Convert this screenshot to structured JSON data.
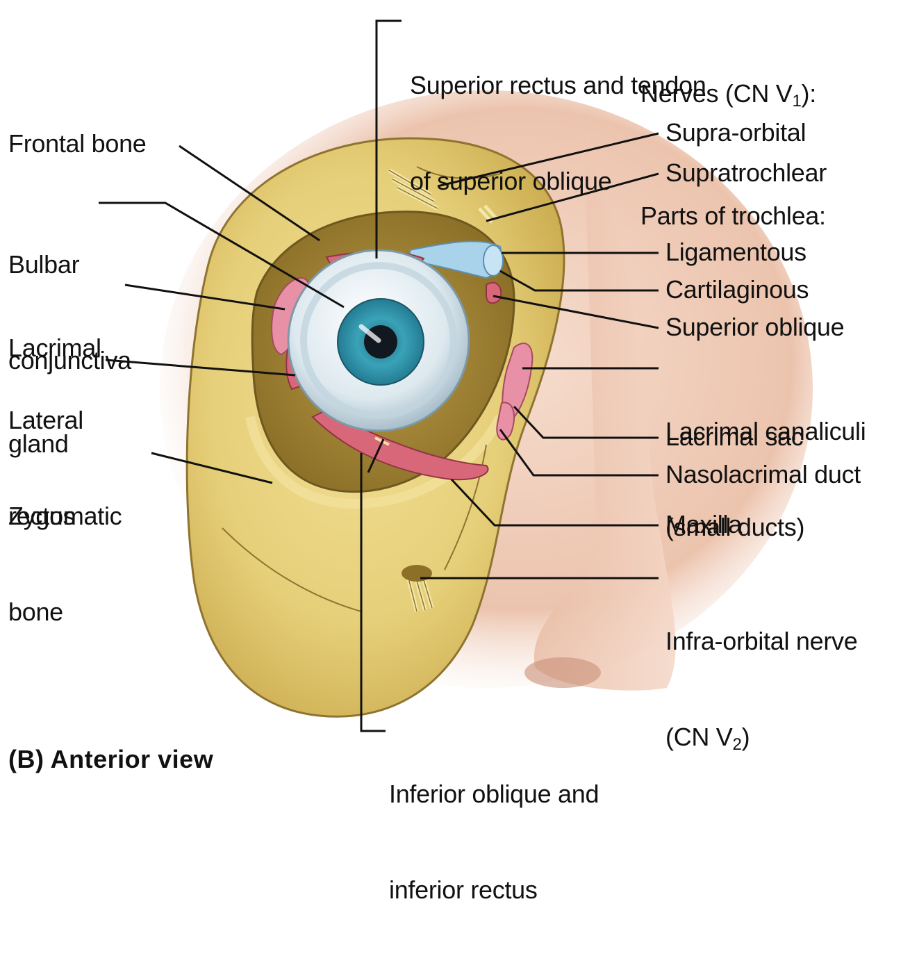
{
  "figure": {
    "caption": "(B) Anterior view"
  },
  "labels": {
    "superior_rectus": [
      "Superior rectus and tendon",
      "of superior oblique"
    ],
    "nerves_header": {
      "text": "Nerves (CN V",
      "sub": "1",
      "suffix": "):"
    },
    "supra_orbital": "Supra-orbital",
    "supratrochlear": "Supratrochlear",
    "trochlea_header": "Parts of trochlea:",
    "ligamentous": "Ligamentous",
    "cartilaginous": "Cartilaginous",
    "superior_oblique": "Superior oblique",
    "lacrimal_canaliculi": [
      "Lacrimal canaliculi",
      "(small ducts)"
    ],
    "lacrimal_sac": "Lacrimal sac",
    "nasolacrimal_duct": "Nasolacrimal duct",
    "maxilla": "Maxilla",
    "infra_orbital": {
      "line1": "Infra-orbital nerve",
      "line2": "(CN V",
      "sub": "2",
      "suffix": ")"
    },
    "frontal_bone": "Frontal bone",
    "bulbar_conjunctiva": [
      "Bulbar",
      "conjunctiva"
    ],
    "lacrimal_gland": [
      "Lacrimal",
      "gland"
    ],
    "lateral_rectus": [
      "Lateral",
      "rectus"
    ],
    "zygomatic_bone": [
      "Zygomatic",
      "bone"
    ],
    "inferior_oblique": [
      "Inferior oblique and",
      "inferior rectus"
    ]
  },
  "colors": {
    "bone": "#e6d07a",
    "bone_shadow": "#c9ac4e",
    "skin": "#f2d4c4",
    "iris": "#3a9fb4",
    "sclera": "#e4eef3",
    "muscle": "#d9677a",
    "cartilage": "#a9d3ea",
    "leader_line": "#111111"
  }
}
